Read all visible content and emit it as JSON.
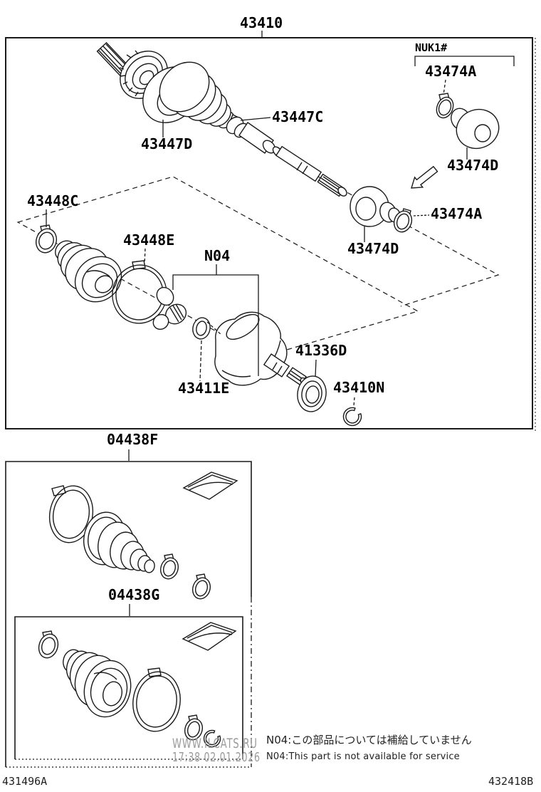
{
  "colors": {
    "line": "#1a1a1a",
    "label": "#000000",
    "watermark": "#9b9b9b"
  },
  "main_box": {
    "title": "43410",
    "labels": {
      "outboard_clamp": "43447C",
      "outboard_boot": "43447D",
      "inboard_clamp_small": "43448C",
      "inboard_clamp_large": "43448E",
      "inboard_joint_group": "N04",
      "nuk_header": "NUK1#",
      "damper_clamp_top": "43474A",
      "damper_top": "43474D",
      "damper_clamp_mid": "43474A",
      "damper_mid": "43474D",
      "bearing": "41336D",
      "washer": "43411E",
      "snap_ring": "43410N"
    }
  },
  "boot_kit_outboard": {
    "label": "04438F"
  },
  "boot_kit_inboard": {
    "label": "04438G"
  },
  "watermark": {
    "line1": "WWW.ILCATS.RU",
    "line2": "17:38 02.01.2026"
  },
  "notes": {
    "japanese": "N04:この部品については補給していません",
    "english": "N04:This part is not available for service"
  },
  "footer": {
    "left_code": "431496A",
    "right_code": "432418B"
  }
}
